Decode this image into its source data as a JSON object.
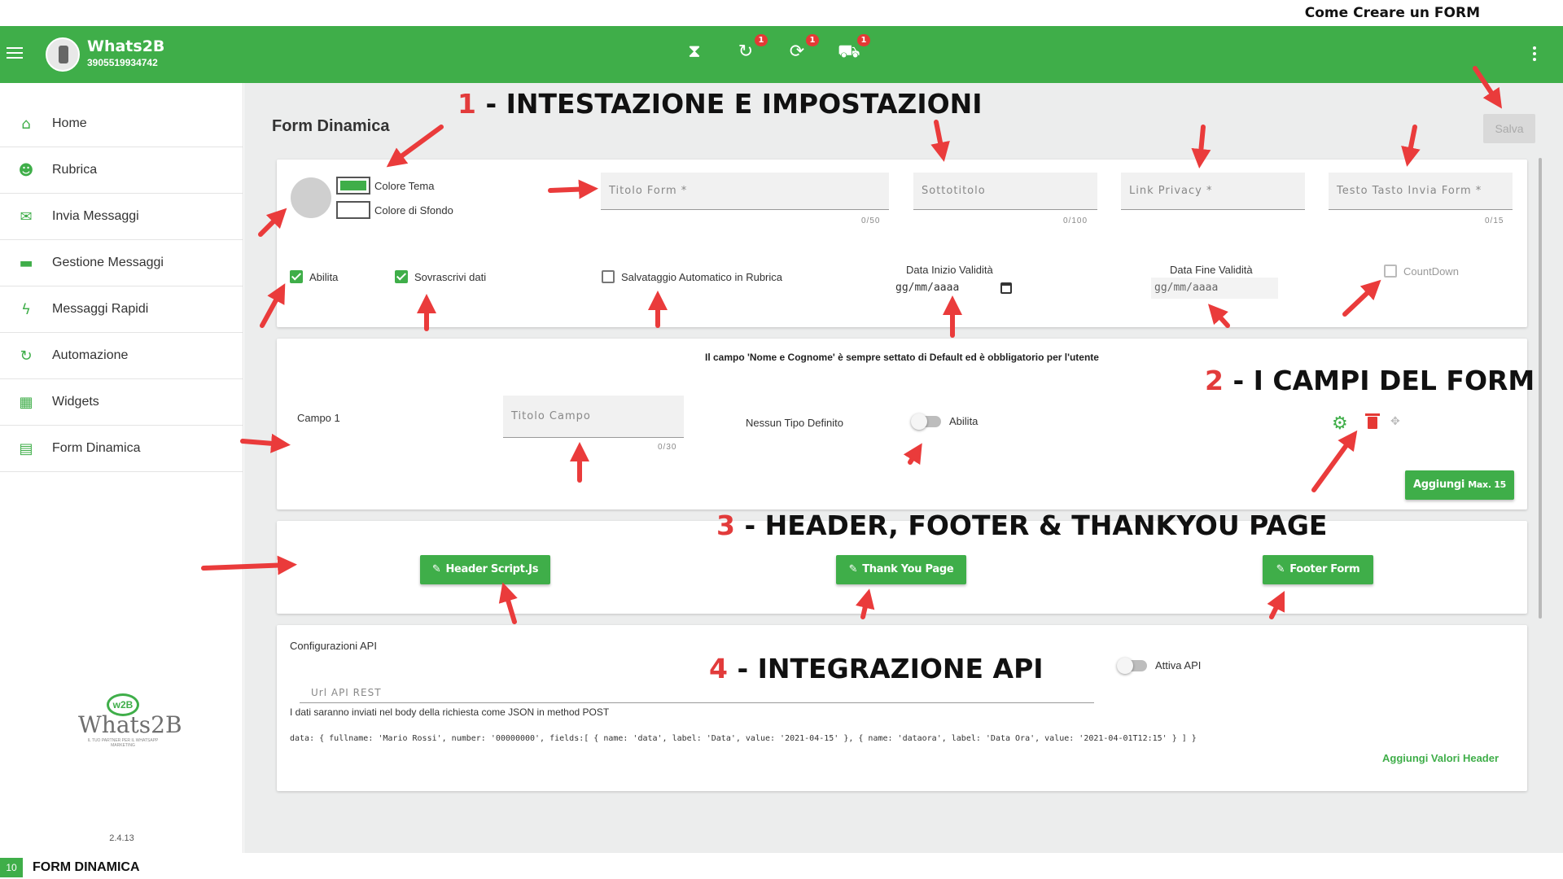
{
  "guide_title": "Come Creare un FORM",
  "header": {
    "app_name": "Whats2B",
    "app_number": "3905519934742",
    "icons": [
      {
        "name": "hourglass-icon",
        "glyph": "⧗",
        "badge": ""
      },
      {
        "name": "history-icon",
        "glyph": "↻",
        "badge": "1"
      },
      {
        "name": "sync-icon",
        "glyph": "⟳",
        "badge": "1"
      },
      {
        "name": "scooter-icon",
        "glyph": "⛟",
        "badge": "1"
      }
    ]
  },
  "sidebar": {
    "items": [
      {
        "label": "Home",
        "icon": "home-icon",
        "glyph": "⌂"
      },
      {
        "label": "Rubrica",
        "icon": "contacts-icon",
        "glyph": "☻"
      },
      {
        "label": "Invia Messaggi",
        "icon": "mail-icon",
        "glyph": "✉"
      },
      {
        "label": "Gestione Messaggi",
        "icon": "folder-icon",
        "glyph": "▬"
      },
      {
        "label": "Messaggi Rapidi",
        "icon": "flash-icon",
        "glyph": "ϟ"
      },
      {
        "label": "Automazione",
        "icon": "autorenew-icon",
        "glyph": "↻"
      },
      {
        "label": "Widgets",
        "icon": "widgets-icon",
        "glyph": "▦"
      },
      {
        "label": "Form Dinamica",
        "icon": "form-icon",
        "glyph": "▤"
      }
    ],
    "brand": "Whats2B",
    "brand_badge": "w2B",
    "brand_tagline": "IL TUO PARTNER PER IL WHATSAPP MARKETING",
    "version": "2.4.13"
  },
  "main": {
    "page_title": "Form Dinamica",
    "save_label": "Salva",
    "settings": {
      "theme_color_label": "Colore Tema",
      "bg_color_label": "Colore di Sfondo",
      "theme_color": "#3fae49",
      "bg_color": "#ffffff",
      "fields": [
        {
          "placeholder": "Titolo Form *",
          "counter": "0/50"
        },
        {
          "placeholder": "Sottotitolo",
          "counter": "0/100"
        },
        {
          "placeholder": "Link Privacy *",
          "counter": ""
        },
        {
          "placeholder": "Testo Tasto Invia Form *",
          "counter": "0/15"
        }
      ],
      "enable_label": "Abilita",
      "overwrite_label": "Sovrascrivi dati",
      "autosave_label": "Salvataggio Automatico in Rubrica",
      "start_date_label": "Data Inizio Validità",
      "start_date_value": "gg/mm/aaaa",
      "end_date_label": "Data Fine Validità",
      "end_date_value": "gg/mm/aaaa",
      "countdown_label": "CountDown"
    },
    "fields_card": {
      "notice": "Il campo 'Nome e Cognome' è sempre settato di Default ed è obbligatorio per l'utente",
      "field_name": "Campo 1",
      "field_title_placeholder": "Titolo Campo",
      "field_title_counter": "0/30",
      "type_label": "Nessun Tipo Definito",
      "enable_label": "Abilita",
      "add_button": "Aggiungi",
      "add_button_suffix": "Max. 15"
    },
    "buttons_card": {
      "header_button": "Header Script.Js",
      "thankyou_button": "Thank You Page",
      "footer_button": "Footer Form"
    },
    "api_card": {
      "title": "Configurazioni API",
      "url_placeholder": "Url API REST",
      "toggle_label": "Attiva API",
      "info": "I dati saranno inviati nel body della richiesta come JSON in method POST",
      "example": "data: { fullname: 'Mario Rossi', number: '00000000', fields:[ { name: 'data', label: 'Data', value: '2021-04-15' }, { name: 'dataora', label: 'Data Ora', value: '2021-04-01T12:15' } ] }",
      "add_header_values": "Aggiungi Valori Header"
    }
  },
  "annotations": {
    "a1_num": "1",
    "a1_text": "- INTESTAZIONE E IMPOSTAZIONI",
    "a2_num": "2",
    "a2_text": "- I CAMPI DEL FORM",
    "a3_num": "3",
    "a3_text": "- HEADER, FOOTER & THANKYOU PAGE",
    "a4_num": "4",
    "a4_text": "- INTEGRAZIONE API"
  },
  "footer": {
    "slide_number": "10",
    "slide_title": "FORM DINAMICA"
  }
}
